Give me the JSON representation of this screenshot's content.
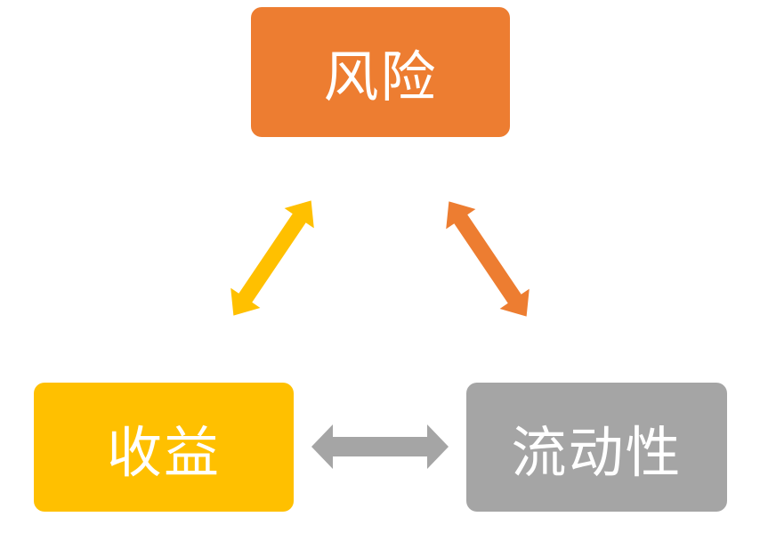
{
  "nodes": {
    "risk": {
      "label": "风险",
      "color": "#ED7D31"
    },
    "return": {
      "label": "收益",
      "color": "#FFC000"
    },
    "liquidity": {
      "label": "流动性",
      "color": "#A5A5A5"
    }
  },
  "edges": [
    {
      "from": "return",
      "to": "risk",
      "type": "bidirectional",
      "color": "#FFC000"
    },
    {
      "from": "risk",
      "to": "liquidity",
      "type": "bidirectional",
      "color": "#ED7D31"
    },
    {
      "from": "return",
      "to": "liquidity",
      "type": "bidirectional",
      "color": "#A5A5A5"
    }
  ]
}
